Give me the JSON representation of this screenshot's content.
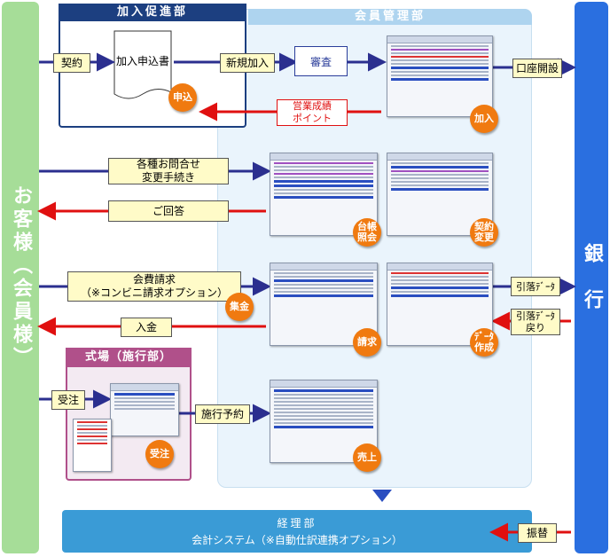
{
  "left_bar": {
    "label": "お客様（会員様）",
    "color": "#a6dd98"
  },
  "right_bar": {
    "label": "銀　行",
    "color": "#2a6fe0"
  },
  "sections": {
    "kanyu": "加入促進部",
    "kaiin": "会員管理部",
    "shikijo": "式場（施行部）",
    "keiri_title": "経理部",
    "keiri_sub": "会計システム（※自動仕訳連携オプション）"
  },
  "labels": {
    "keiyaku": "契約",
    "document": "加入申込書",
    "shinki": "新規加入",
    "shinsa": "審査",
    "koza": "口座開設",
    "eigyo": "営業成績\nポイント",
    "toiawase": "各種お問合せ\n変更手続き",
    "kaito": "ご回答",
    "kaihi": "会費請求\n（※コンビニ請求オプション）",
    "nyukin": "入金",
    "hikiotoshi": "引落ﾃﾞｰﾀ",
    "hikiotoshi_modori": "引落ﾃﾞｰﾀ\n戻り",
    "juchu": "受注",
    "seko": "施行予約",
    "furikae": "振替"
  },
  "badges": {
    "moshikomi": "申込",
    "kanyu": "加入",
    "daicho": "台帳\n照会",
    "henko": "契約\n変更",
    "shukin": "集金",
    "seikyu": "請求",
    "data": "ﾃﾞｰﾀ\n作成",
    "juchu": "受注",
    "uriage": "売上"
  },
  "colors": {
    "arrow_blue": "#2b2f8f",
    "arrow_red": "#e01010",
    "badge": "#f07a10",
    "kanyu_band": "#1c3f80",
    "kaiin_band": "#aed4ef",
    "shikijo_band": "#b0508a",
    "keiri_band": "#3a9bd6"
  }
}
